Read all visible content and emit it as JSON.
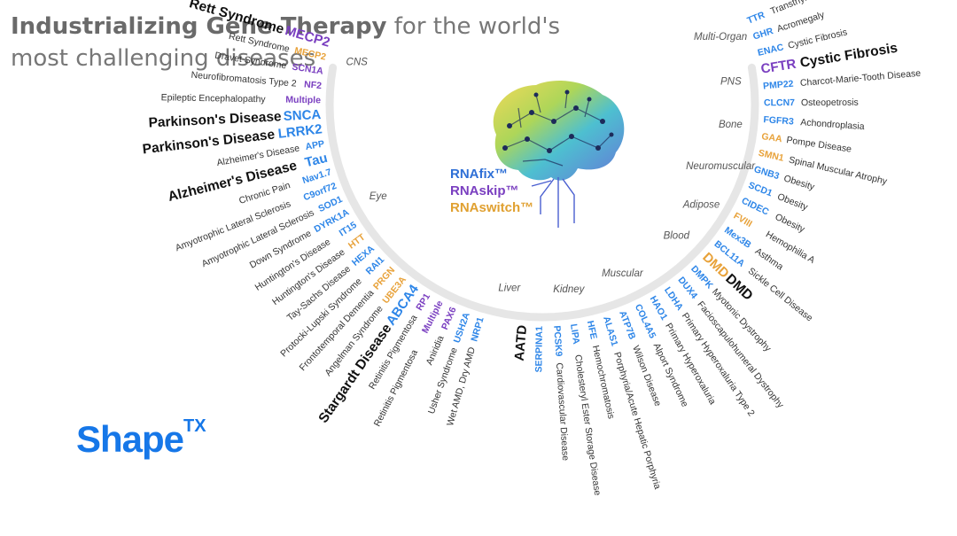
{
  "header": {
    "title_bold": "Industrializing Gene Therapy",
    "title_rest": " for the world's",
    "title_line2": "most challenging diseases"
  },
  "platforms": [
    {
      "label": "RNAfix™",
      "color": "#2e6fd6"
    },
    {
      "label": "RNAskip™",
      "color": "#7a3fc0"
    },
    {
      "label": "RNAswitch™",
      "color": "#e0a030"
    }
  ],
  "logo": {
    "name": "Shape",
    "suffix": "TX",
    "color": "#1677e8"
  },
  "colors": {
    "blue": "#2e86e8",
    "purple": "#7a3fc0",
    "orange": "#e8a23a",
    "arc": "#e6e6e6",
    "text": "#333333",
    "category": "#555555"
  },
  "categories": [
    "CNS",
    "Eye",
    "Liver",
    "Kidney",
    "Muscular",
    "Blood",
    "Adipose",
    "Neuromuscular",
    "Bone",
    "PNS",
    "Multi-Organ"
  ],
  "left_rows": [
    {
      "gene": "MECP2",
      "gc": "purple",
      "disease": "Rett Syndrome",
      "big": true
    },
    {
      "gene": "MECP2",
      "gc": "orange",
      "disease": "Rett Syndrome"
    },
    {
      "gene": "SCN1A",
      "gc": "purple",
      "disease": "Dravet Syndrome"
    },
    {
      "gene": "NF2",
      "gc": "purple",
      "disease": "Neurofibromatosis Type 2"
    },
    {
      "gene": "Multiple",
      "gc": "purple",
      "disease": "Epileptic Encephalopathy"
    },
    {
      "gene": "SNCA",
      "gc": "blue",
      "disease": "Parkinson's Disease",
      "big": true
    },
    {
      "gene": "LRRK2",
      "gc": "blue",
      "disease": "Parkinson's Disease",
      "big": true
    },
    {
      "gene": "APP",
      "gc": "blue",
      "disease": "Alzheimer's Disease"
    },
    {
      "gene": "Tau",
      "gc": "blue",
      "disease": "Alzheimer's Disease",
      "big": true
    },
    {
      "gene": "Nav1.7",
      "gc": "blue",
      "disease": "Chronic Pain"
    },
    {
      "gene": "C9orf72",
      "gc": "blue",
      "disease": "Amyotrophic Lateral Sclerosis"
    },
    {
      "gene": "SOD1",
      "gc": "blue",
      "disease": "Amyotrophic Lateral Sclerosis"
    },
    {
      "gene": "DYRK1A",
      "gc": "blue",
      "disease": "Down Syndrome"
    },
    {
      "gene": "IT15",
      "gc": "blue",
      "disease": "Huntington's Disease"
    },
    {
      "gene": "HTT",
      "gc": "orange",
      "disease": "Huntington's Disease"
    },
    {
      "gene": "HEXA",
      "gc": "blue",
      "disease": "Tay-Sachs Disease"
    },
    {
      "gene": "RAI1",
      "gc": "blue",
      "disease": "Protocki-Lupski Syndrome"
    },
    {
      "gene": "PRGN",
      "gc": "orange",
      "disease": "Frontotemporal Dementia"
    },
    {
      "gene": "UBE3A",
      "gc": "orange",
      "disease": "Angelman Syndrome"
    },
    {
      "gene": "ABCA4",
      "gc": "blue",
      "disease": "Stargardt Disease",
      "big": true
    },
    {
      "gene": "RP1",
      "gc": "purple",
      "disease": "Retinitis Pigmentosa"
    },
    {
      "gene": "Multiple",
      "gc": "purple",
      "disease": "Retinitis Pigmentosa"
    },
    {
      "gene": "PAX6",
      "gc": "purple",
      "disease": "Aniridia"
    },
    {
      "gene": "USH2A",
      "gc": "blue",
      "disease": "Usher Syndrome"
    },
    {
      "gene": "NRP1",
      "gc": "blue",
      "disease": "Wet AMD, Dry AMD"
    }
  ],
  "right_rows": [
    {
      "gene": "AATD",
      "gc": "dark",
      "disease": "",
      "big": true
    },
    {
      "gene": "SERPINA1",
      "gc": "blue",
      "disease": ""
    },
    {
      "gene": "PCSK9",
      "gc": "blue",
      "disease": "Cardiovascular Disease"
    },
    {
      "gene": "LIPA",
      "gc": "blue",
      "disease": "Cholesteryl Ester Storage Disease"
    },
    {
      "gene": "HFE",
      "gc": "blue",
      "disease": "Hemochromatosis"
    },
    {
      "gene": "ALAS1",
      "gc": "blue",
      "disease": "Porphyria/Acute Hepatic Porphyria"
    },
    {
      "gene": "ATP7B",
      "gc": "blue",
      "disease": "Wilson Disease"
    },
    {
      "gene": "COL4A5",
      "gc": "blue",
      "disease": "Alport Syndrome"
    },
    {
      "gene": "HAO1",
      "gc": "blue",
      "disease": "Primary Hyperoxaluria"
    },
    {
      "gene": "LDHA",
      "gc": "blue",
      "disease": "Primary Hyperoxaluria Type 2"
    },
    {
      "gene": "DUX4",
      "gc": "blue",
      "disease": "Facioscapulohumeral Dystrophy"
    },
    {
      "gene": "DMPK",
      "gc": "blue",
      "disease": "Myotonic Dystrophy"
    },
    {
      "gene": "DMD",
      "gc": "orange",
      "disease": "DMD",
      "big": true
    },
    {
      "gene": "BCL11A",
      "gc": "blue",
      "disease": "Sickle Cell Disease"
    },
    {
      "gene": "Mex3B",
      "gc": "blue",
      "disease": "Asthma"
    },
    {
      "gene": "FVIII",
      "gc": "orange",
      "disease": "Hemophilia A"
    },
    {
      "gene": "CIDEC",
      "gc": "blue",
      "disease": "Obesity"
    },
    {
      "gene": "SCD1",
      "gc": "blue",
      "disease": "Obesity"
    },
    {
      "gene": "GNB3",
      "gc": "blue",
      "disease": "Obesity"
    },
    {
      "gene": "SMN1",
      "gc": "orange",
      "disease": "Spinal Muscular Atrophy"
    },
    {
      "gene": "GAA",
      "gc": "orange",
      "disease": "Pompe Disease"
    },
    {
      "gene": "FGFR3",
      "gc": "blue",
      "disease": "Achondroplasia"
    },
    {
      "gene": "CLCN7",
      "gc": "blue",
      "disease": "Osteopetrosis"
    },
    {
      "gene": "PMP22",
      "gc": "blue",
      "disease": "Charcot-Marie-Tooth Disease"
    },
    {
      "gene": "CFTR",
      "gc": "purple",
      "disease": "Cystic Fibrosis",
      "big": true
    },
    {
      "gene": "ENAC",
      "gc": "blue",
      "disease": "Cystic Fibrosis"
    },
    {
      "gene": "GHR",
      "gc": "blue",
      "disease": "Acromegaly"
    },
    {
      "gene": "TTR",
      "gc": "blue",
      "disease": "Transthyretin Amyloidosis (familial)"
    }
  ]
}
